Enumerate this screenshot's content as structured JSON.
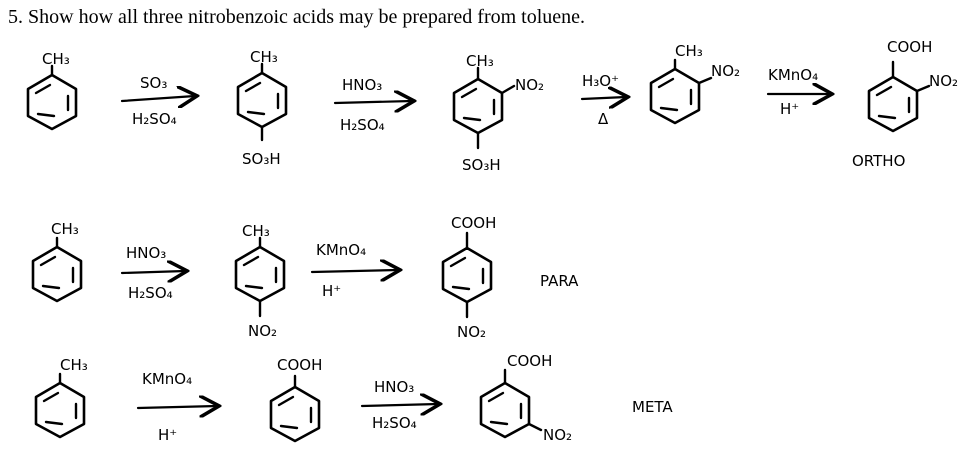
{
  "title": "5.  Show how all three nitrobenzoic acids may be prepared from toluene.",
  "ortho": {
    "m1": {
      "sub": "CH₃"
    },
    "a1": {
      "top": "SO₃",
      "bottom": "H₂SO₄"
    },
    "m2": {
      "sub": "CH₃",
      "para": "SO₃H"
    },
    "a2": {
      "top": "HNO₃",
      "bottom": "H₂SO₄"
    },
    "m3": {
      "sub": "CH₃",
      "ortho": "NO₂",
      "para": "SO₃H"
    },
    "a3": {
      "top": "H₃O⁺",
      "bottom": "Δ"
    },
    "m4": {
      "sub": "CH₃",
      "ortho": "NO₂"
    },
    "a4": {
      "top": "KMnO₄",
      "bottom": "H⁺"
    },
    "m5": {
      "sub": "COOH",
      "ortho": "NO₂"
    },
    "label": "ORTHO"
  },
  "para": {
    "m1": {
      "sub": "CH₃"
    },
    "a1": {
      "top": "HNO₃",
      "bottom": "H₂SO₄"
    },
    "m2": {
      "sub": "CH₃",
      "para": "NO₂"
    },
    "a2": {
      "top": "KMnO₄",
      "bottom": "H⁺"
    },
    "m3": {
      "sub": "COOH",
      "para": "NO₂"
    },
    "label": "PARA"
  },
  "meta": {
    "m1": {
      "sub": "CH₃"
    },
    "a1": {
      "top": "KMnO₄",
      "bottom": "H⁺"
    },
    "m2": {
      "sub": "COOH"
    },
    "a2": {
      "top": "HNO₃",
      "bottom": "H₂SO₄"
    },
    "m3": {
      "sub": "COOH",
      "meta": "NO₂"
    },
    "label": "META"
  }
}
